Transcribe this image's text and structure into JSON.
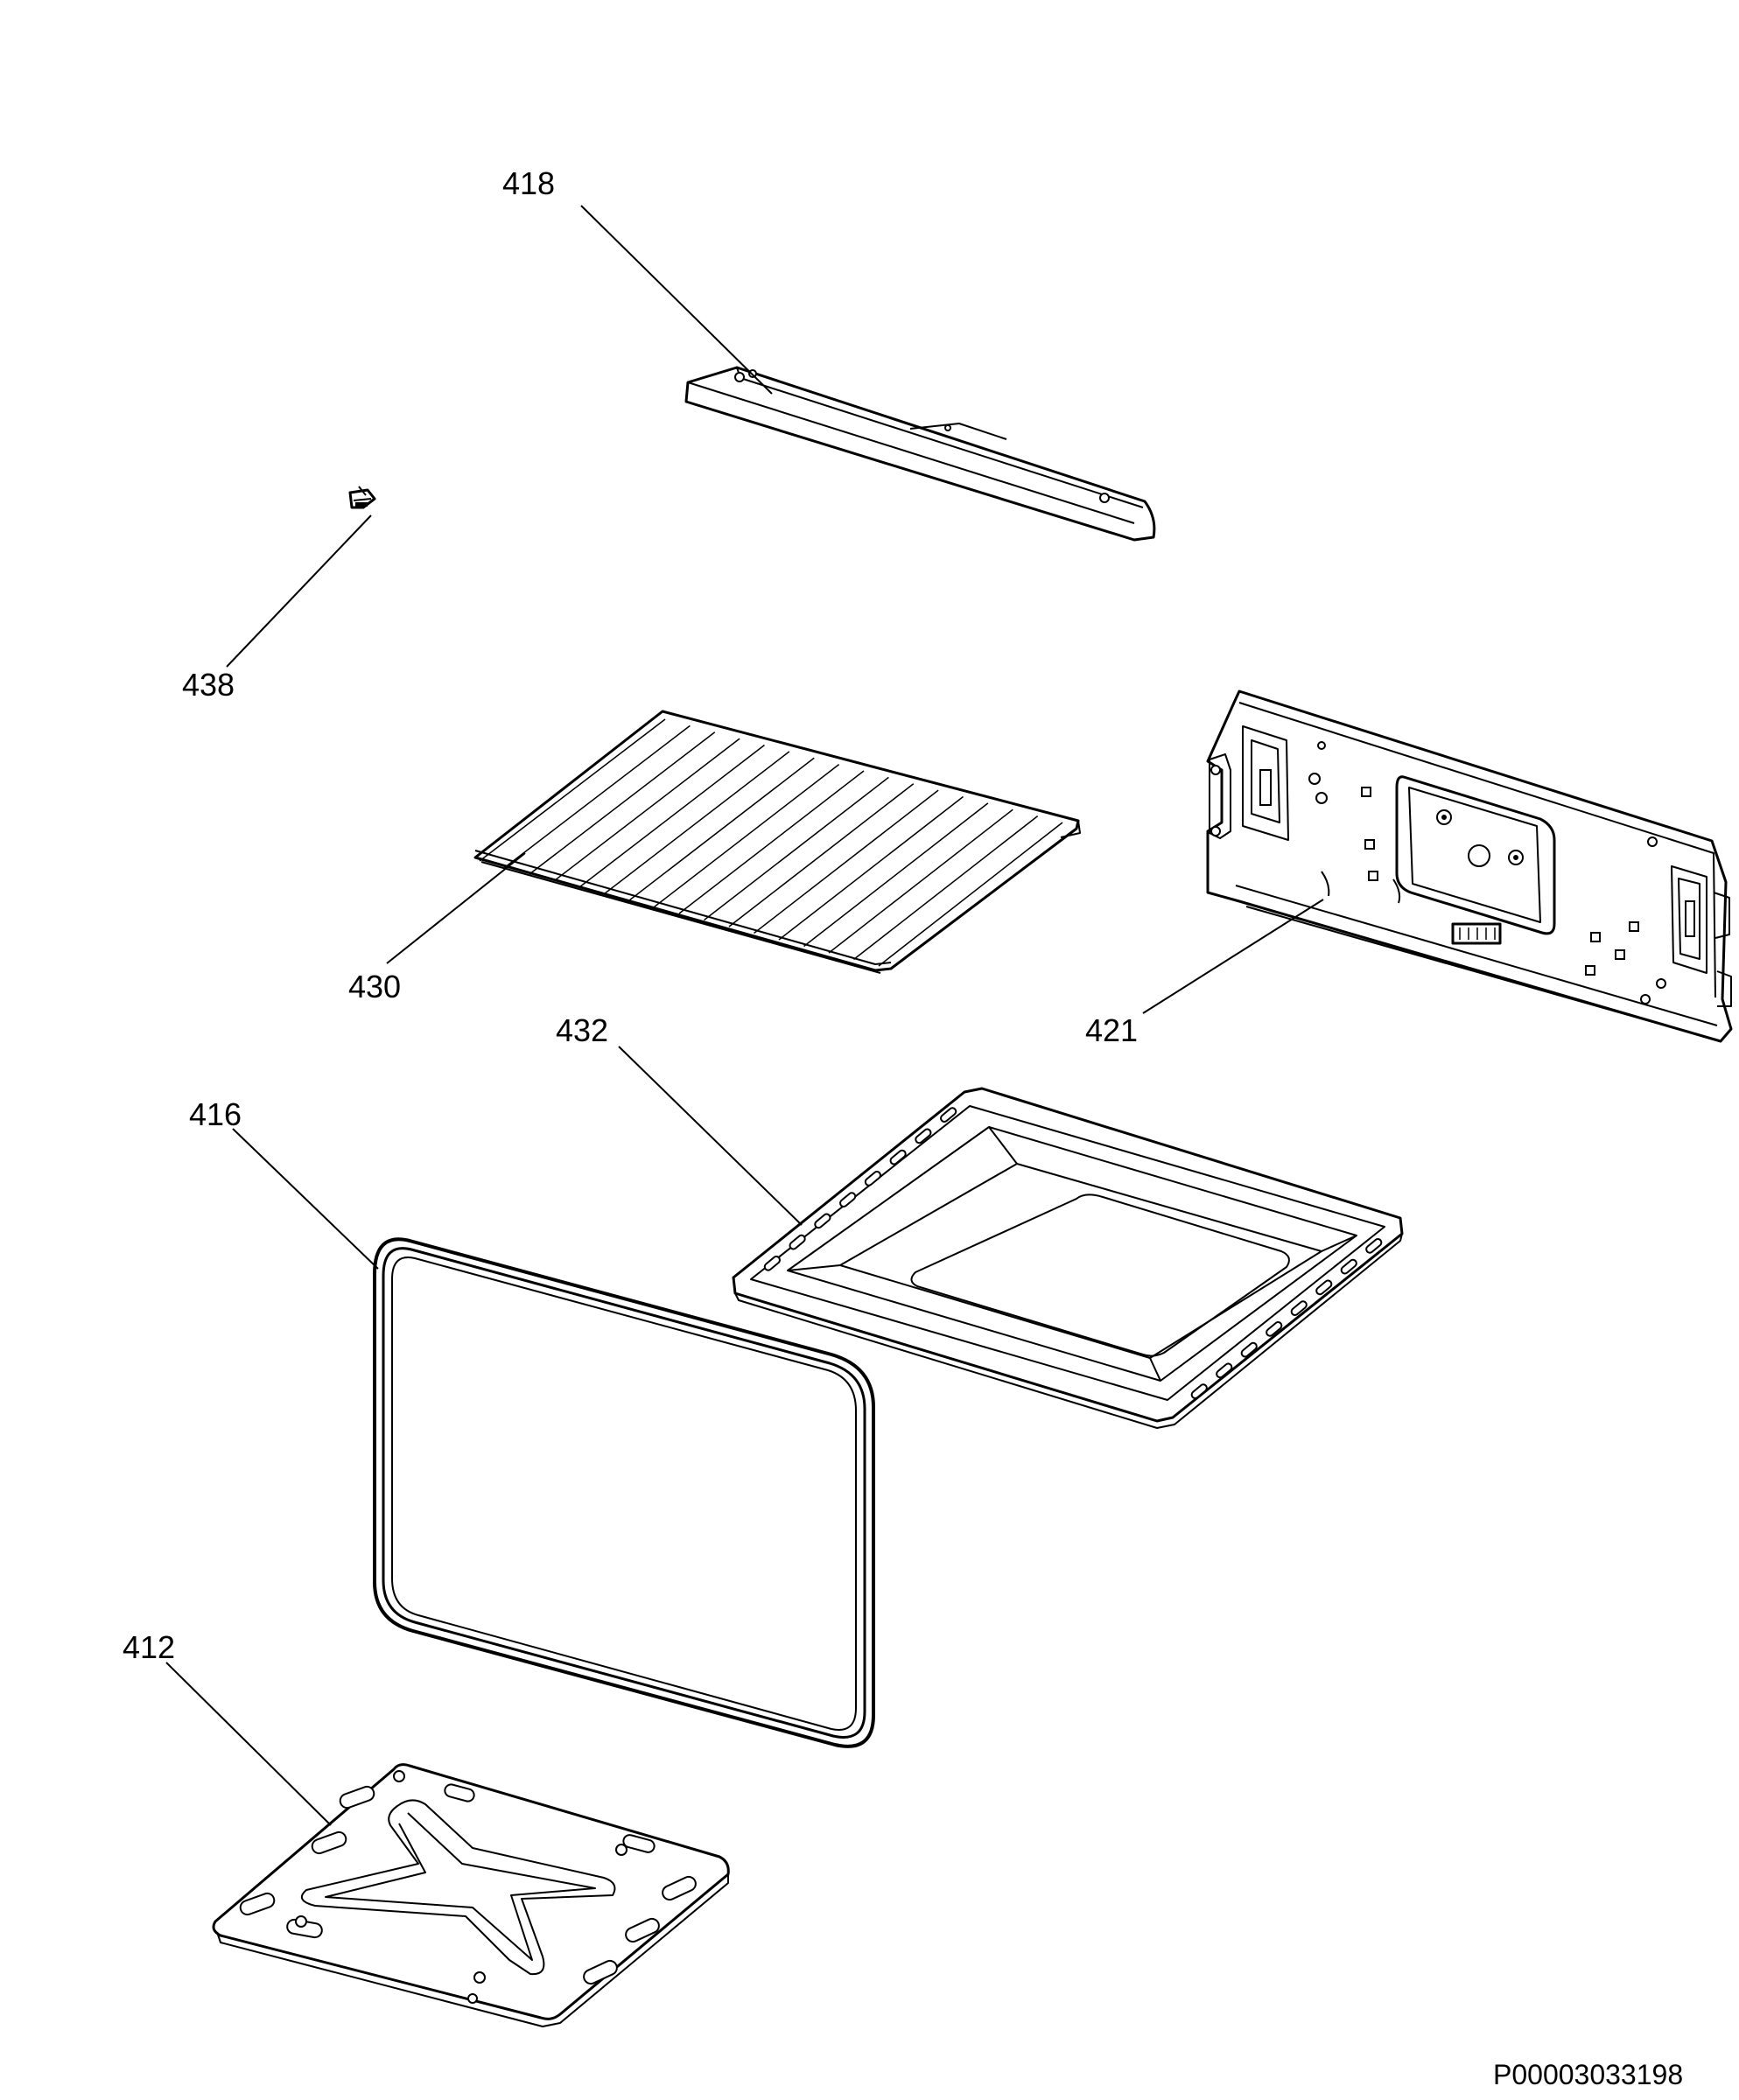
{
  "callouts": {
    "c418": "418",
    "c438": "438",
    "c430": "430",
    "c421": "421",
    "c432": "432",
    "c416": "416",
    "c412": "412"
  },
  "footer": {
    "code": "P00003033198"
  }
}
